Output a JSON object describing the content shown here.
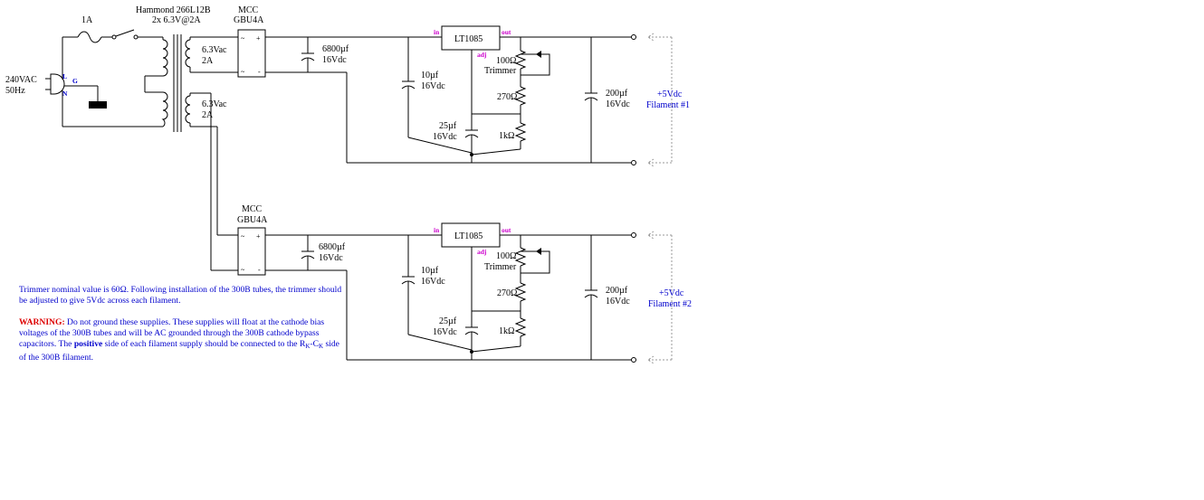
{
  "labels": {
    "fuse": "1A",
    "mains_voltage": "240VAC",
    "mains_freq": "50Hz",
    "pin_l": "L",
    "pin_g": "G",
    "pin_n": "N",
    "transformer_model": "Hammond 266L12B",
    "transformer_rating": "2x 6.3V@2A",
    "secondary_voltage": "6.3Vac",
    "secondary_current": "2A",
    "rectifier_brand": "MCC",
    "rectifier_model": "GBU4A",
    "ac_symbol": "~",
    "plus": "+",
    "minus": "-",
    "cap_bulk": "6800µf",
    "cap_bulk_voltage": "16Vdc",
    "cap_in": "10µf",
    "cap_in_voltage": "16Vdc",
    "regulator": "LT1085",
    "pin_in": "in",
    "pin_out": "out",
    "pin_adj": "adj",
    "trimmer_value": "100Ω",
    "trimmer_label": "Trimmer",
    "res_270": "270Ω",
    "cap_adj": "25µf",
    "cap_adj_voltage": "16Vdc",
    "res_1k": "1kΩ",
    "cap_out": "200µf",
    "cap_out_voltage": "16Vdc",
    "output_voltage": "+5Vdc",
    "filament_1": "Filament #1",
    "filament_2": "Filament #2"
  },
  "notes": {
    "trimmer_note": "Trimmer nominal value is 60Ω. Following installation of the 300B tubes, the trimmer should be adjusted to give 5Vdc across each filament.",
    "warning_label": "WARNING:",
    "warning_text_1": " Do not ground these supplies. These supplies will float at the cathode bias voltages of the 300B tubes and will be AC grounded through the 300B cathode bypass capacitors. The ",
    "warning_positive": "positive",
    "warning_text_2": " side of each filament supply should be connected to the R",
    "warning_sub_k1": "K",
    "warning_dash": "-C",
    "warning_sub_k2": "K",
    "warning_text_3": " side of the 300B filament."
  }
}
